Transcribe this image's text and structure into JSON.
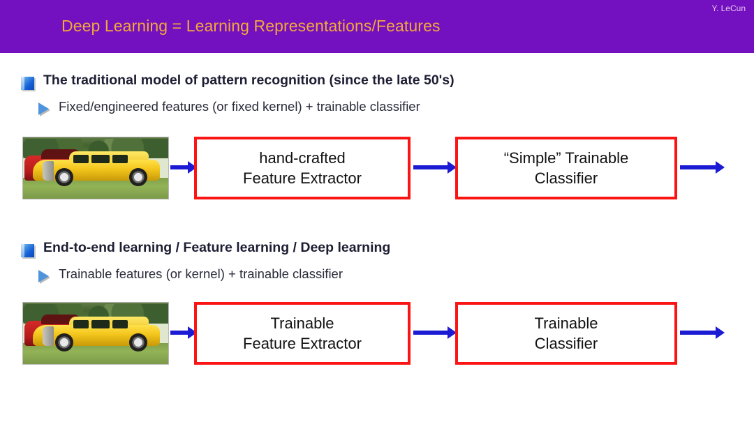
{
  "banner": {
    "title": "Deep Learning = Learning Representations/Features",
    "author": "Y. LeCun",
    "bg_color": "#7310bf",
    "title_color": "#f4a83b",
    "author_color": "#e7c9f2"
  },
  "sections": [
    {
      "heading": "The traditional model of pattern recognition (since the late 50's)",
      "subheading": "Fixed/engineered features (or fixed kernel) + trainable classifier",
      "pipeline": {
        "image_caption": "yellow-hot-rod-car-photo",
        "boxes": [
          {
            "line1": "hand-crafted",
            "line2": "Feature Extractor"
          },
          {
            "line1": "“Simple” Trainable",
            "line2": "Classifier"
          }
        ]
      }
    },
    {
      "heading": "End-to-end learning / Feature learning / Deep learning",
      "subheading": "Trainable features (or kernel) + trainable classifier",
      "pipeline": {
        "image_caption": "yellow-hot-rod-car-photo",
        "boxes": [
          {
            "line1": "Trainable",
            "line2": "Feature Extractor"
          },
          {
            "line1": "Trainable",
            "line2": "Classifier"
          }
        ]
      }
    }
  ],
  "colors": {
    "box_border": "#fa1414",
    "arrow": "#1b1bd4",
    "bullet_square": "#1560d8",
    "bullet_triangle": "#4e94dc",
    "heading_text": "#1d1d33",
    "body_text": "#2a2a3a",
    "page_background": "#ffffff"
  }
}
